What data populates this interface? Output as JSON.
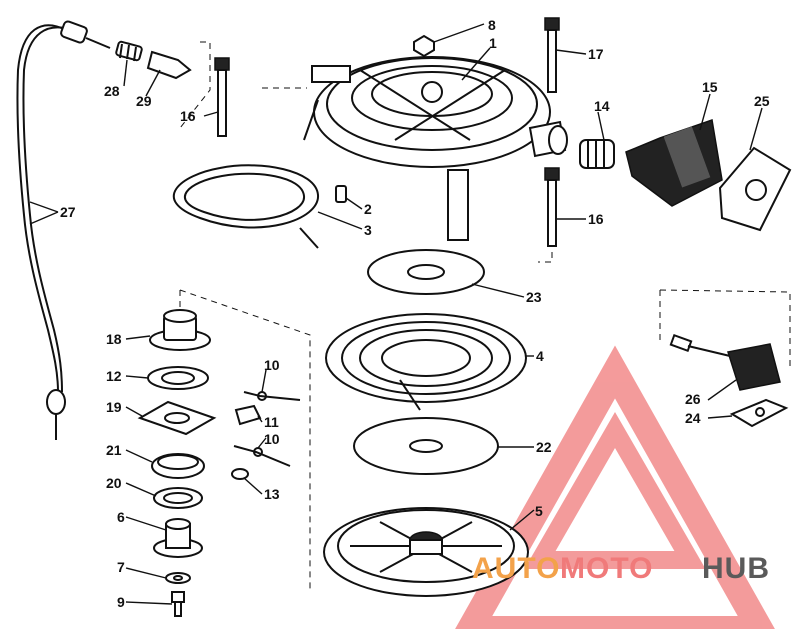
{
  "callouts": [
    "1",
    "2",
    "3",
    "4",
    "5",
    "6",
    "7",
    "8",
    "9",
    "10",
    "10",
    "11",
    "12",
    "13",
    "14",
    "15",
    "16",
    "16",
    "17",
    "18",
    "19",
    "20",
    "21",
    "22",
    "23",
    "24",
    "25",
    "26",
    "27",
    "28",
    "29"
  ],
  "watermark": {
    "word_part1": "AUTO",
    "word_part2": "MOTO",
    "word_part3": "HUB",
    "color_part1": "#f3a24a",
    "color_part2": "#f07a7a",
    "color_part3": "#5a5a5a",
    "logo_color": "#f07a7a"
  }
}
